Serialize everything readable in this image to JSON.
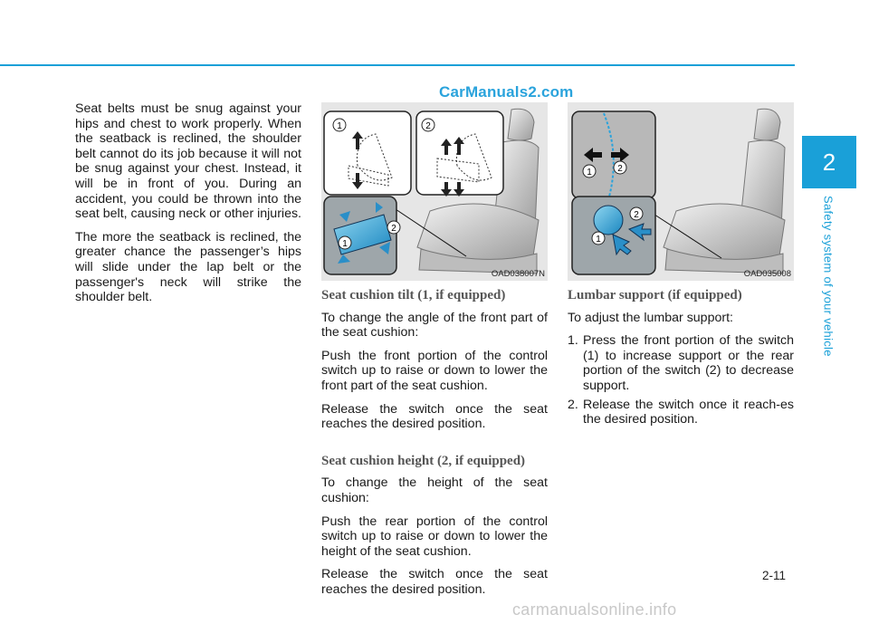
{
  "watermark_top": "CarManuals2.com",
  "watermark_bottom": "carmanualsonline.info",
  "col1": {
    "p1": "Seat belts must be snug against your hips and chest to work properly. When the seatback is reclined, the shoulder belt cannot do its job because it will not be snug against your chest. Instead, it will be in front of you. During an accident, you could be thrown into the seat belt, causing neck or other injuries.",
    "p2": "The more the seatback is reclined, the greater chance the passenger’s hips will slide under the lap belt or the passenger's neck will strike the shoulder belt."
  },
  "figure1": {
    "code": "OAD038007N",
    "label1": "1",
    "label2": "2"
  },
  "figure2": {
    "code": "OAD035008",
    "label1": "1",
    "label2": "2"
  },
  "tilt": {
    "heading": "Seat cushion tilt (1, if equipped)",
    "p1": "To change the angle of the front part of the seat cushion:",
    "p2": "Push the front portion of the control switch up to raise or down to lower the front part of the seat cushion.",
    "p3": "Release the switch once the seat reaches the desired position."
  },
  "height": {
    "heading": "Seat cushion height (2, if equipped)",
    "p1": "To change the height of the seat cushion:",
    "p2": "Push the rear portion of the control switch up to raise or down to lower the height of the seat cushion.",
    "p3": "Release the switch once the seat reaches the desired position."
  },
  "lumbar": {
    "heading": "Lumbar support (if equipped)",
    "intro": "To adjust the lumbar support:",
    "steps": [
      {
        "num": "1.",
        "text": "Press the front portion of the switch (1) to increase support or the rear portion of the switch (2) to decrease support."
      },
      {
        "num": "2.",
        "text": "Release the switch once it reach-es the desired position."
      }
    ]
  },
  "side_tab": {
    "number": "2",
    "text": "Safety system of your vehicle"
  },
  "page_number": "2-11",
  "colors": {
    "accent": "#1aa0d8",
    "figure_bg": "#e6e6e6"
  }
}
